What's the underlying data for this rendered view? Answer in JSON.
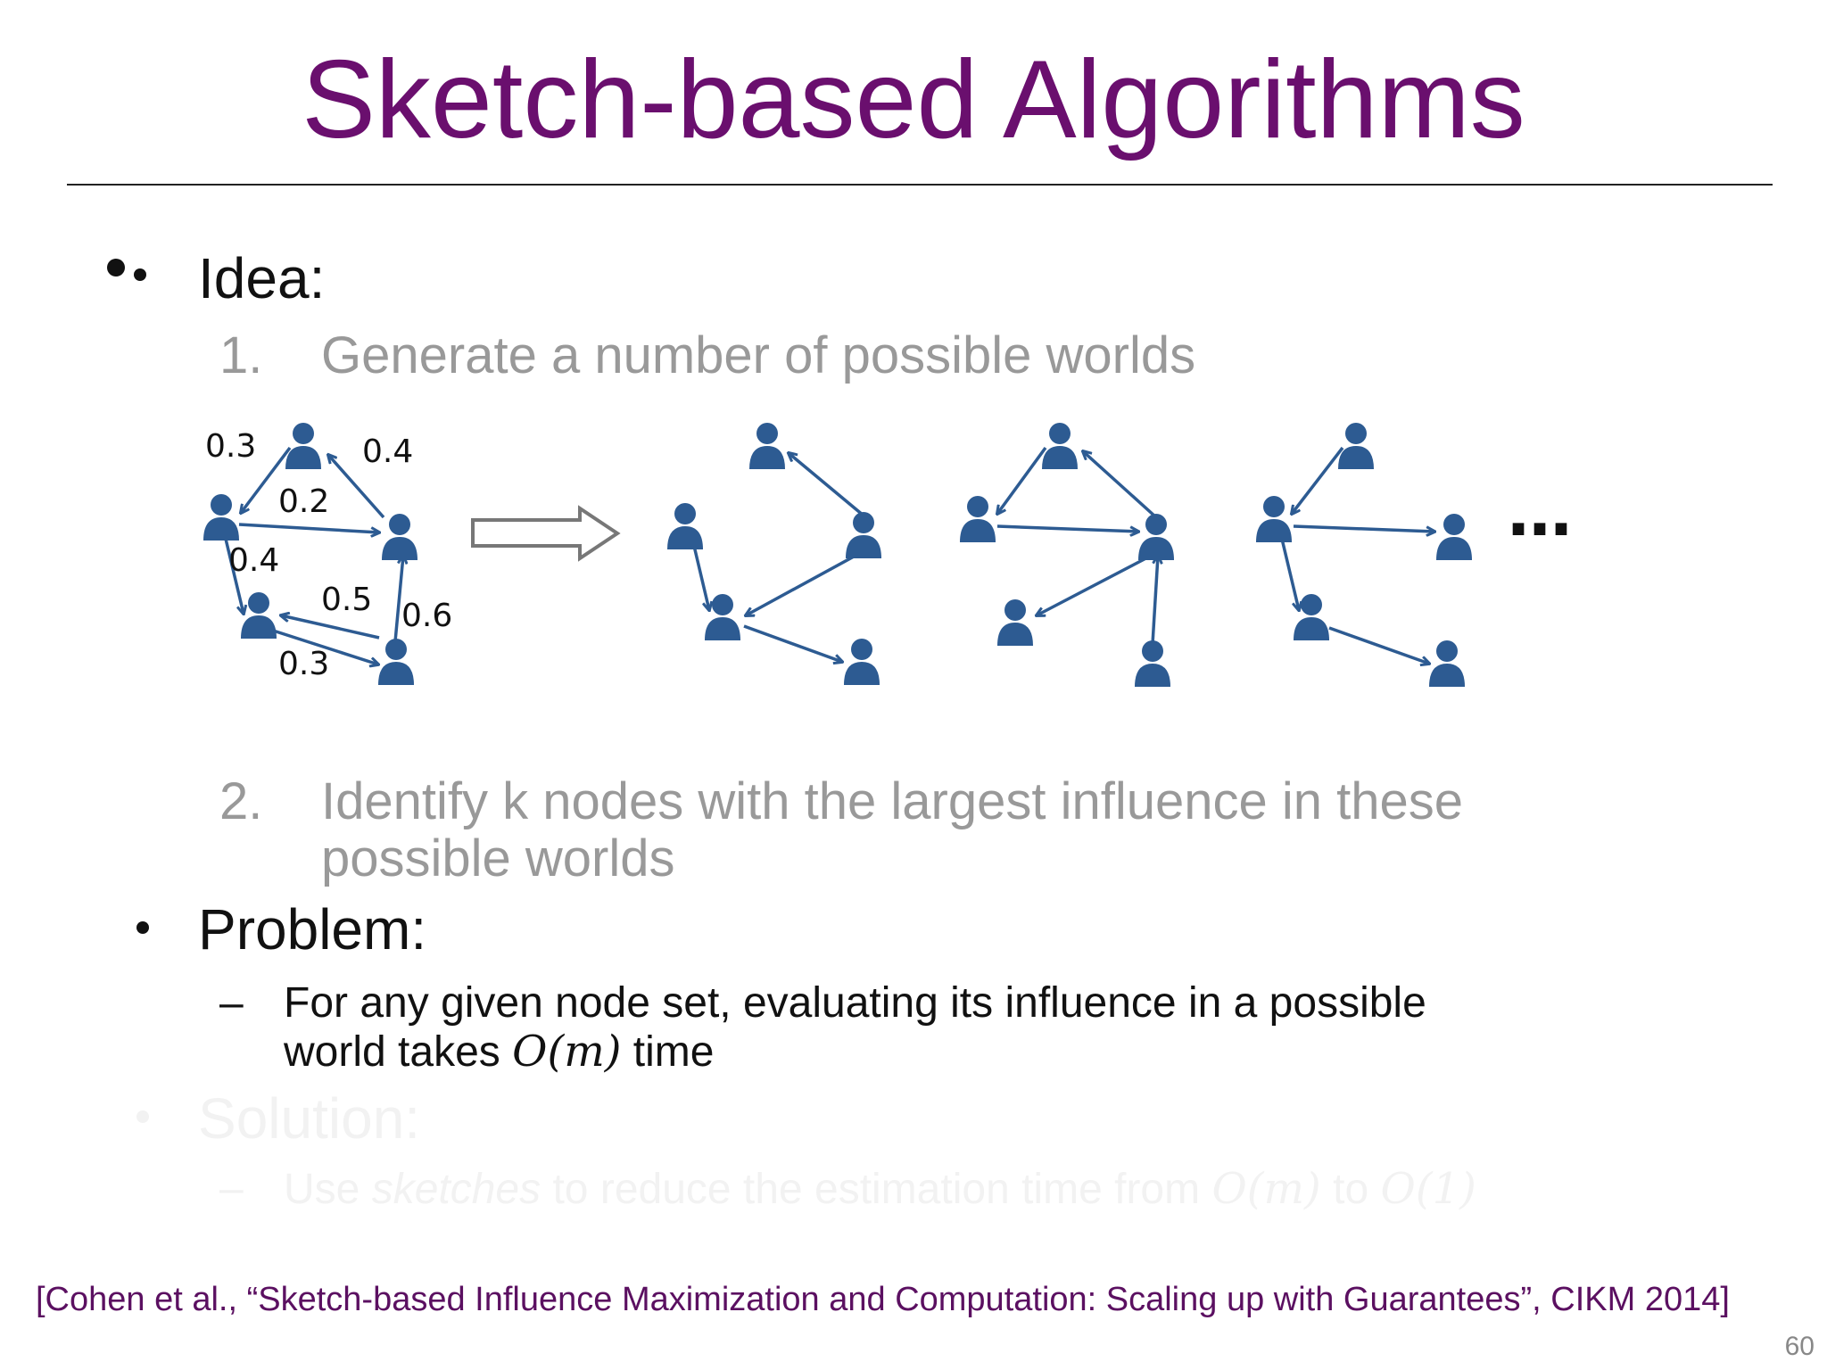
{
  "slide": {
    "title": "Sketch-based Algorithms",
    "idea": {
      "label": "Idea:",
      "step1_num": "1.",
      "step1_text": "Generate a number of possible worlds",
      "step2_num": "2.",
      "step2_line1": "Identify k nodes with the largest influence in these",
      "step2_line2": "possible worlds"
    },
    "problem": {
      "label": "Problem:",
      "dash": "–",
      "line1": "For any given node set, evaluating its influence in a possible",
      "line2_pre": "world takes ",
      "line2_math": "O(m)",
      "line2_post": " time"
    },
    "solution": {
      "label": "Solution:",
      "dash": "–",
      "pre": "Use ",
      "emph": "sketches",
      "mid": " to reduce the estimation time from ",
      "math1": "O(m)",
      "to": " to ",
      "math2": "O(1)"
    },
    "citation": "[Cohen et al., “Sketch-based Influence Maximization and Computation: Scaling up with Guarantees”, CIKM 2014]",
    "page_number": "60"
  },
  "diagram": {
    "node_color": "#2d5b92",
    "arrow_color": "#2d5b92",
    "weights": [
      "0.3",
      "0.4",
      "0.2",
      "0.4",
      "0.5",
      "0.6",
      "0.3"
    ],
    "ellipsis": "…",
    "icon": "person-icon",
    "transform_arrow_icon": "outline-arrow-right-icon"
  }
}
